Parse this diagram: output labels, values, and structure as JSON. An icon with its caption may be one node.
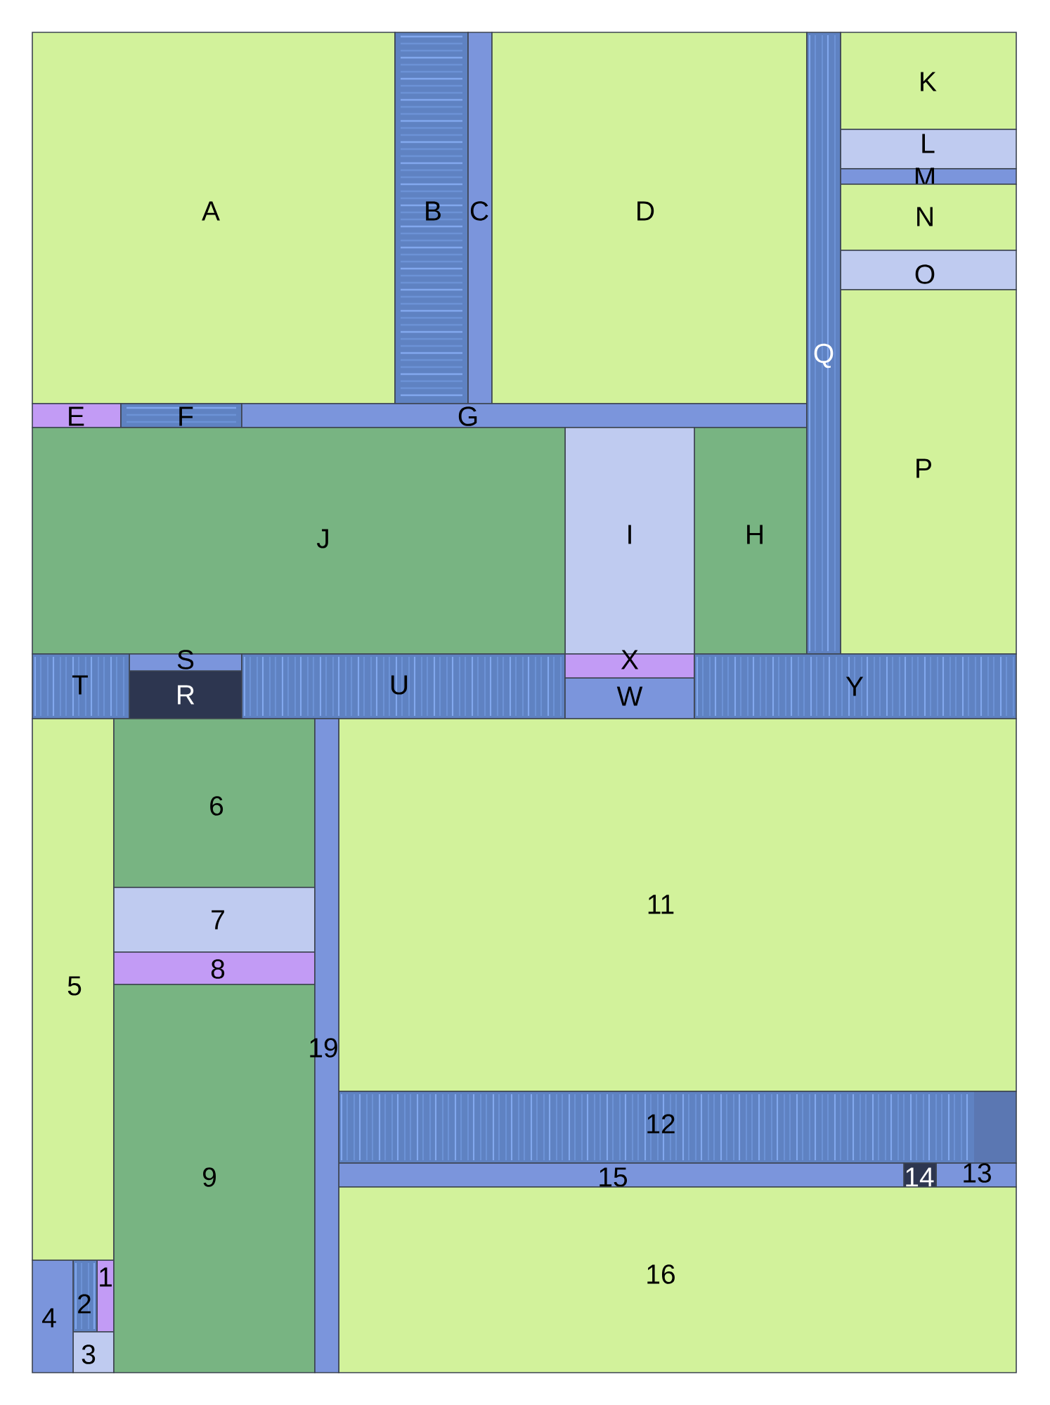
{
  "diagram": {
    "nodes": [
      {
        "text": [
          "A"
        ]
      },
      {
        "text": [
          "B"
        ]
      },
      {
        "text": [
          "C"
        ]
      },
      {
        "text": [
          "D"
        ]
      },
      {
        "text": [
          "E"
        ]
      },
      {
        "text": [
          "F"
        ]
      },
      {
        "text": [
          "G"
        ]
      },
      {
        "text": [
          "H"
        ]
      },
      {
        "text": [
          "I"
        ]
      },
      {
        "text": [
          "J"
        ]
      },
      {
        "text": [
          "K"
        ]
      },
      {
        "text": [
          "L"
        ]
      },
      {
        "text": [
          "M"
        ]
      },
      {
        "text": [
          "N"
        ]
      },
      {
        "text": [
          "O"
        ]
      },
      {
        "text": [
          "P"
        ]
      },
      {
        "text": [
          "Q"
        ]
      },
      {
        "text": [
          "R"
        ]
      },
      {
        "text": [
          "S"
        ]
      },
      {
        "text": [
          "T"
        ]
      },
      {
        "text": [
          "U"
        ]
      },
      {
        "text": [
          "W"
        ]
      },
      {
        "text": [
          "X"
        ]
      },
      {
        "text": [
          "Y"
        ]
      },
      {
        "text": [
          "1"
        ]
      },
      {
        "text": [
          "2"
        ]
      },
      {
        "text": [
          "3"
        ]
      },
      {
        "text": [
          "4"
        ]
      },
      {
        "text": [
          "5"
        ]
      },
      {
        "text": [
          "6"
        ]
      },
      {
        "text": [
          "7"
        ]
      },
      {
        "text": [
          "8"
        ]
      },
      {
        "text": [
          "9"
        ]
      },
      {
        "text": [
          "11"
        ]
      },
      {
        "text": [
          "12"
        ]
      },
      {
        "text": [
          "13"
        ]
      },
      {
        "text": [
          "14"
        ]
      },
      {
        "text": [
          "15"
        ]
      },
      {
        "text": [
          "16"
        ]
      },
      {
        "text": [
          "19"
        ]
      }
    ]
  }
}
